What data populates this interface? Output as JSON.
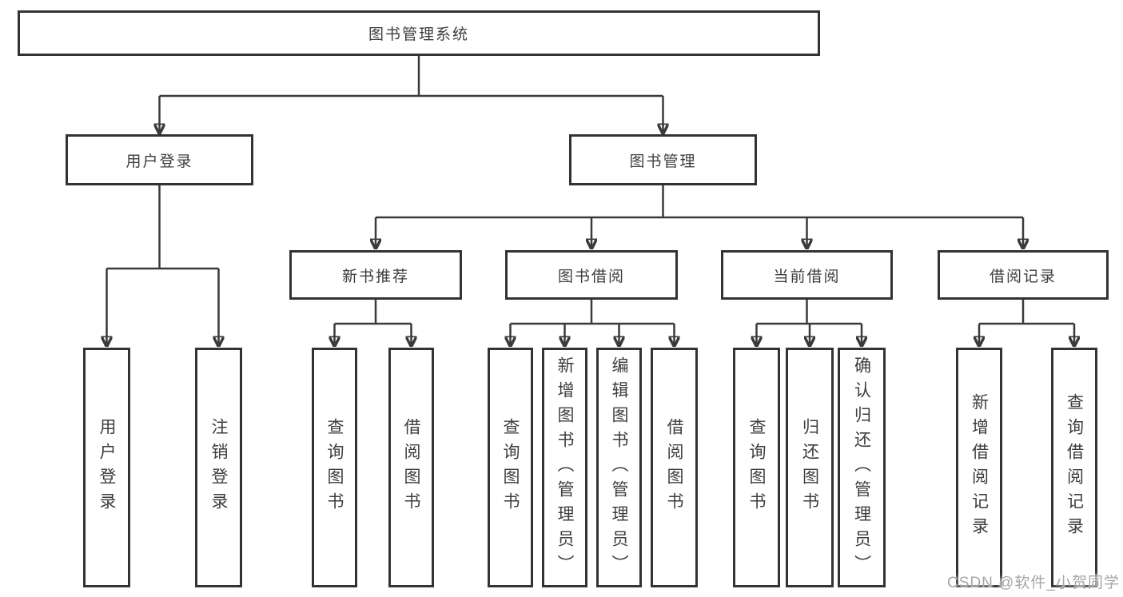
{
  "tree": {
    "label": "图书管理系统",
    "children": [
      {
        "label": "用户登录",
        "children": [
          {
            "label": "用户登录"
          },
          {
            "label": "注销登录"
          }
        ]
      },
      {
        "label": "图书管理",
        "children": [
          {
            "label": "新书推荐",
            "children": [
              {
                "label": "查询图书"
              },
              {
                "label": "借阅图书"
              }
            ]
          },
          {
            "label": "图书借阅",
            "children": [
              {
                "label": "查询图书"
              },
              {
                "label": "新增图书（管理员）"
              },
              {
                "label": "编辑图书（管理员）"
              },
              {
                "label": "借阅图书"
              }
            ]
          },
          {
            "label": "当前借阅",
            "children": [
              {
                "label": "查询图书"
              },
              {
                "label": "归还图书"
              },
              {
                "label": "确认归还（管理员）"
              }
            ]
          },
          {
            "label": "借阅记录",
            "children": [
              {
                "label": "新增借阅记录"
              },
              {
                "label": "查询借阅记录"
              }
            ]
          }
        ]
      }
    ]
  },
  "watermark": "CSDN @软件_小贺同学",
  "colors": {
    "line": "#3a3a3a",
    "border": "#333333",
    "text": "#3d3d3d",
    "watermark": "#a6a6a6"
  }
}
